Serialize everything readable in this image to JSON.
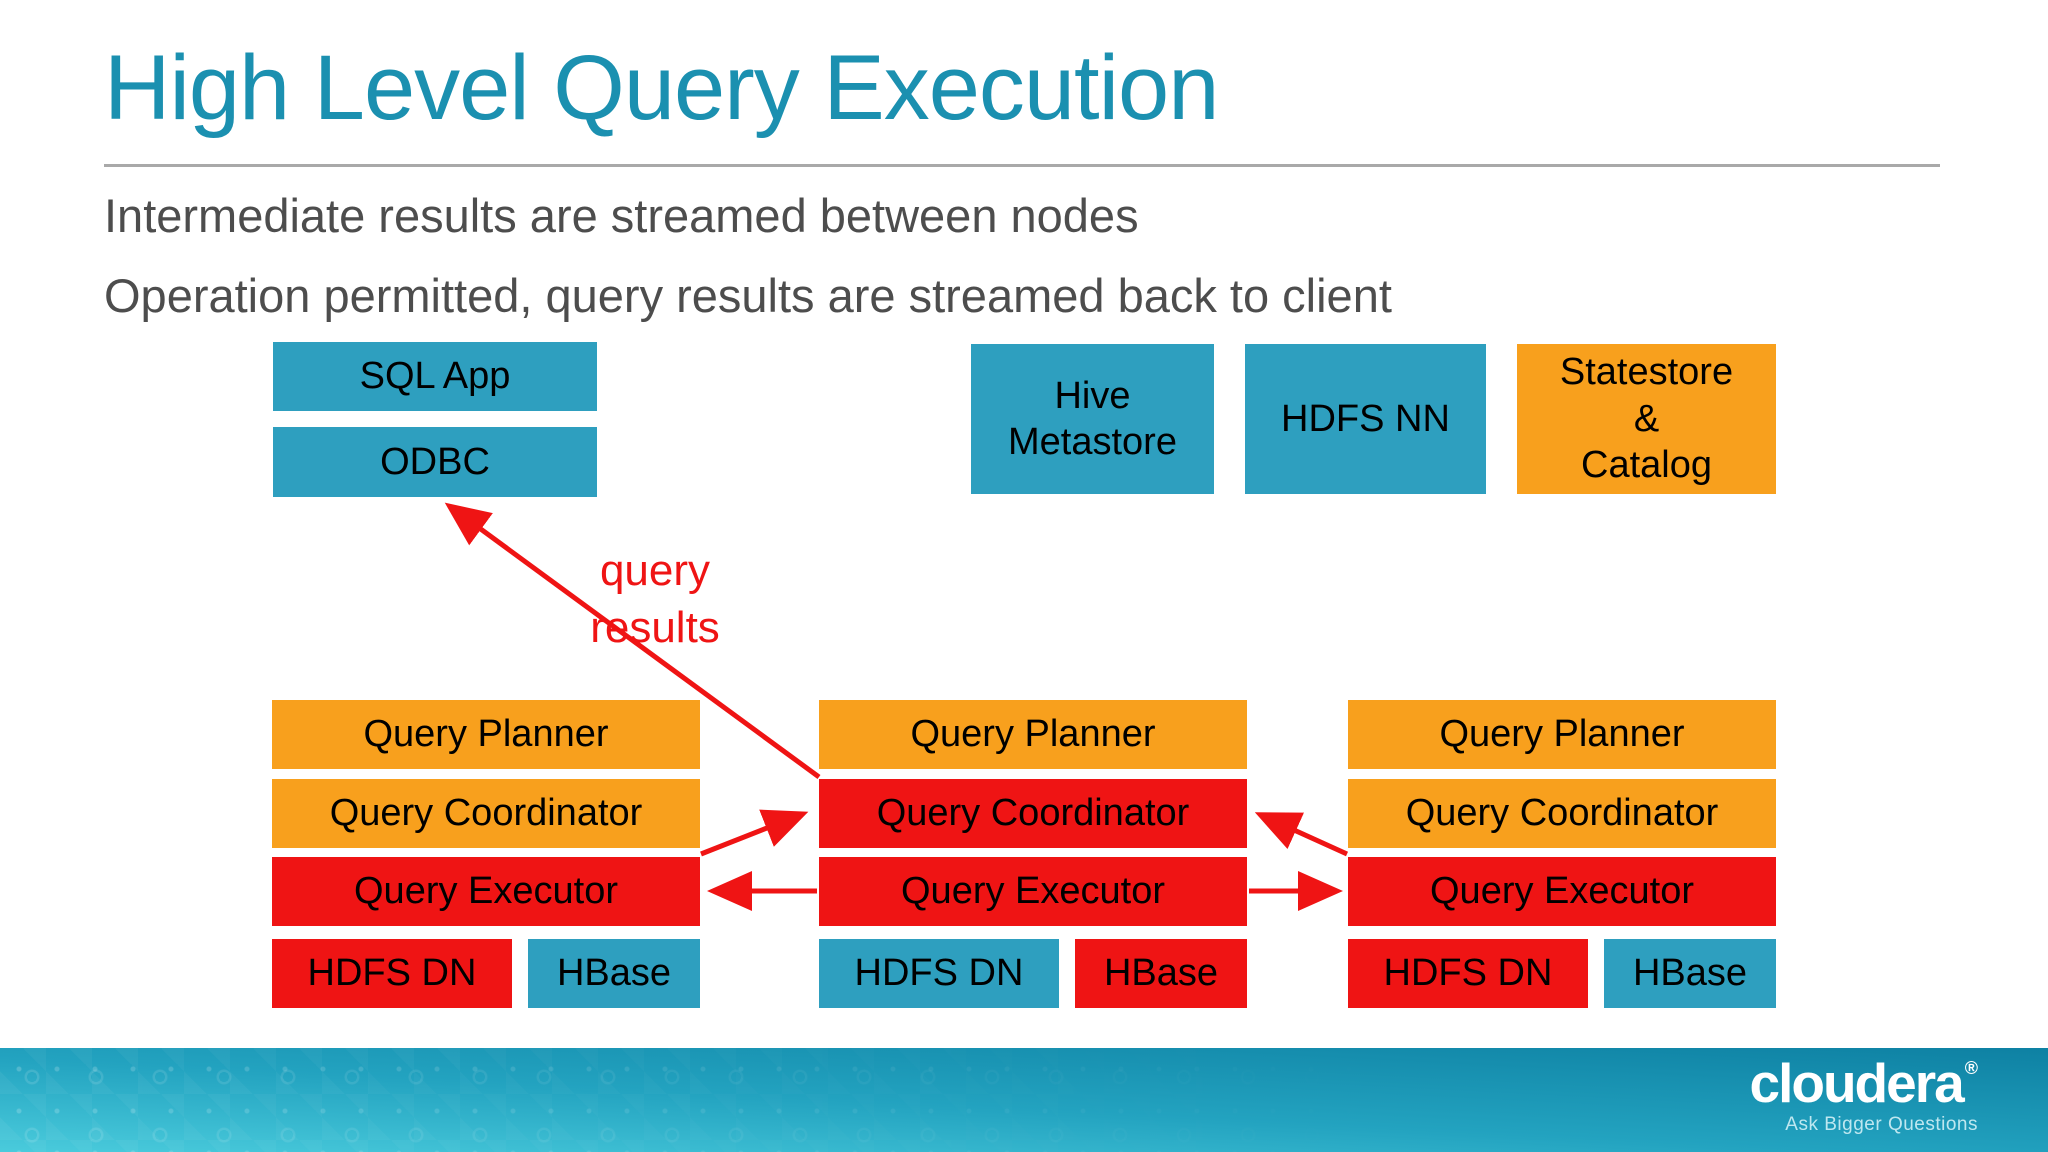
{
  "slide": {
    "title": "High Level Query Execution",
    "subtitle_lines": [
      "Intermediate results are streamed between nodes",
      "Operation permitted, query results are streamed back to client"
    ]
  },
  "colors": {
    "title_teal": "#1B90B0",
    "box_teal": "#2E9FBF",
    "box_orange": "#F8A01D",
    "box_red": "#EF1414",
    "arrow_red": "#EF1414",
    "body_gray": "#4D4D4D",
    "footer_teal_dark": "#0E81A3",
    "footer_teal_light": "#4ACBDC"
  },
  "client_boxes": {
    "sql_app": "SQL App",
    "odbc": "ODBC"
  },
  "service_boxes": {
    "hive_metastore": "Hive Metastore",
    "hdfs_nn": "HDFS NN",
    "statestore_lines": [
      "Statestore",
      "&",
      "Catalog"
    ]
  },
  "arrow_label_lines": [
    "query",
    "results"
  ],
  "nodes": [
    {
      "planner": "Query Planner",
      "coordinator": "Query Coordinator",
      "executor": "Query Executor",
      "hdfs_dn": "HDFS DN",
      "hbase": "HBase"
    },
    {
      "planner": "Query Planner",
      "coordinator": "Query Coordinator",
      "executor": "Query Executor",
      "hdfs_dn": "HDFS DN",
      "hbase": "HBase"
    },
    {
      "planner": "Query Planner",
      "coordinator": "Query Coordinator",
      "executor": "Query Executor",
      "hdfs_dn": "HDFS DN",
      "hbase": "HBase"
    }
  ],
  "footer": {
    "logo": "cloudera",
    "registered_mark": "®",
    "tagline": "Ask Bigger Questions"
  }
}
